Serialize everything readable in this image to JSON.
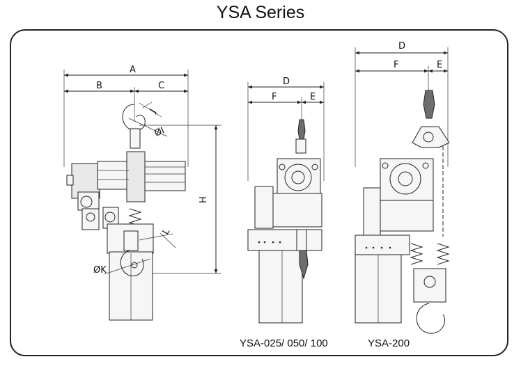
{
  "title": "YSA Series",
  "left_view_labels": {
    "A": "A",
    "B": "B",
    "C": "C",
    "H": "H",
    "I": "ØI",
    "J": "J",
    "K": "ØK",
    "L": "L"
  },
  "middle_view_labels": {
    "D": "D",
    "F": "F",
    "E": "E"
  },
  "right_view_labels": {
    "D": "D",
    "F": "F",
    "E": "E"
  },
  "captions": {
    "middle_model": "YSA-025/ 050/ 100",
    "right_model": "YSA-200"
  }
}
